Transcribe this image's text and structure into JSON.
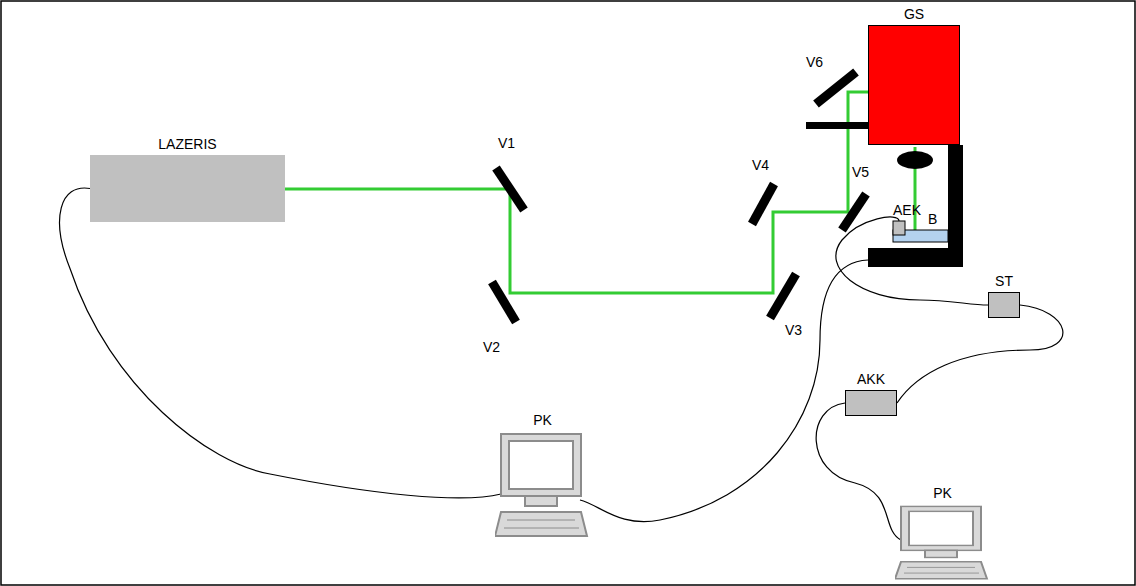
{
  "diagram": {
    "nodes": [
      {
        "text": [
          "LAZERIS"
        ]
      },
      {
        "text": [
          "GS"
        ]
      },
      {
        "text": [
          "ST"
        ]
      },
      {
        "text": [
          "AKK"
        ]
      },
      {
        "text": [
          "PK"
        ]
      },
      {
        "text": [
          "PK"
        ]
      }
    ],
    "edges": [
      {
        "from": 0,
        "to": 4,
        "arrow": "none"
      },
      {
        "from": 2,
        "to": 3,
        "arrow": "none"
      },
      {
        "from": 3,
        "to": 5,
        "arrow": "none"
      }
    ],
    "labels": [
      "V1",
      "V2",
      "V3",
      "V4",
      "V5",
      "V6",
      "AEK",
      "B"
    ]
  }
}
